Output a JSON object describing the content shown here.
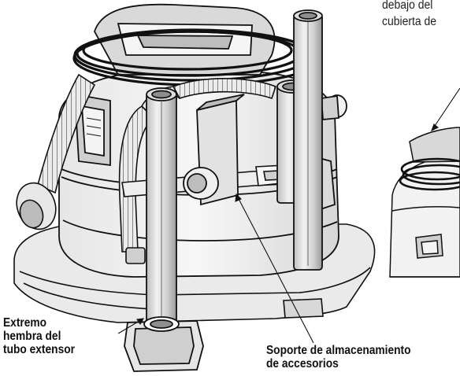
{
  "labels": {
    "extremo": [
      "Extremo",
      "hembra del",
      "tubo extensor"
    ],
    "soporte": [
      "Soporte de almacenamiento",
      "de accesorios"
    ],
    "note": [
      "debajo del",
      "cubierta de"
    ]
  },
  "colors": {
    "line": "#111111",
    "paper": "#ffffff",
    "shade": "#d8d8d8",
    "shade_dark": "#9a9a9a"
  }
}
